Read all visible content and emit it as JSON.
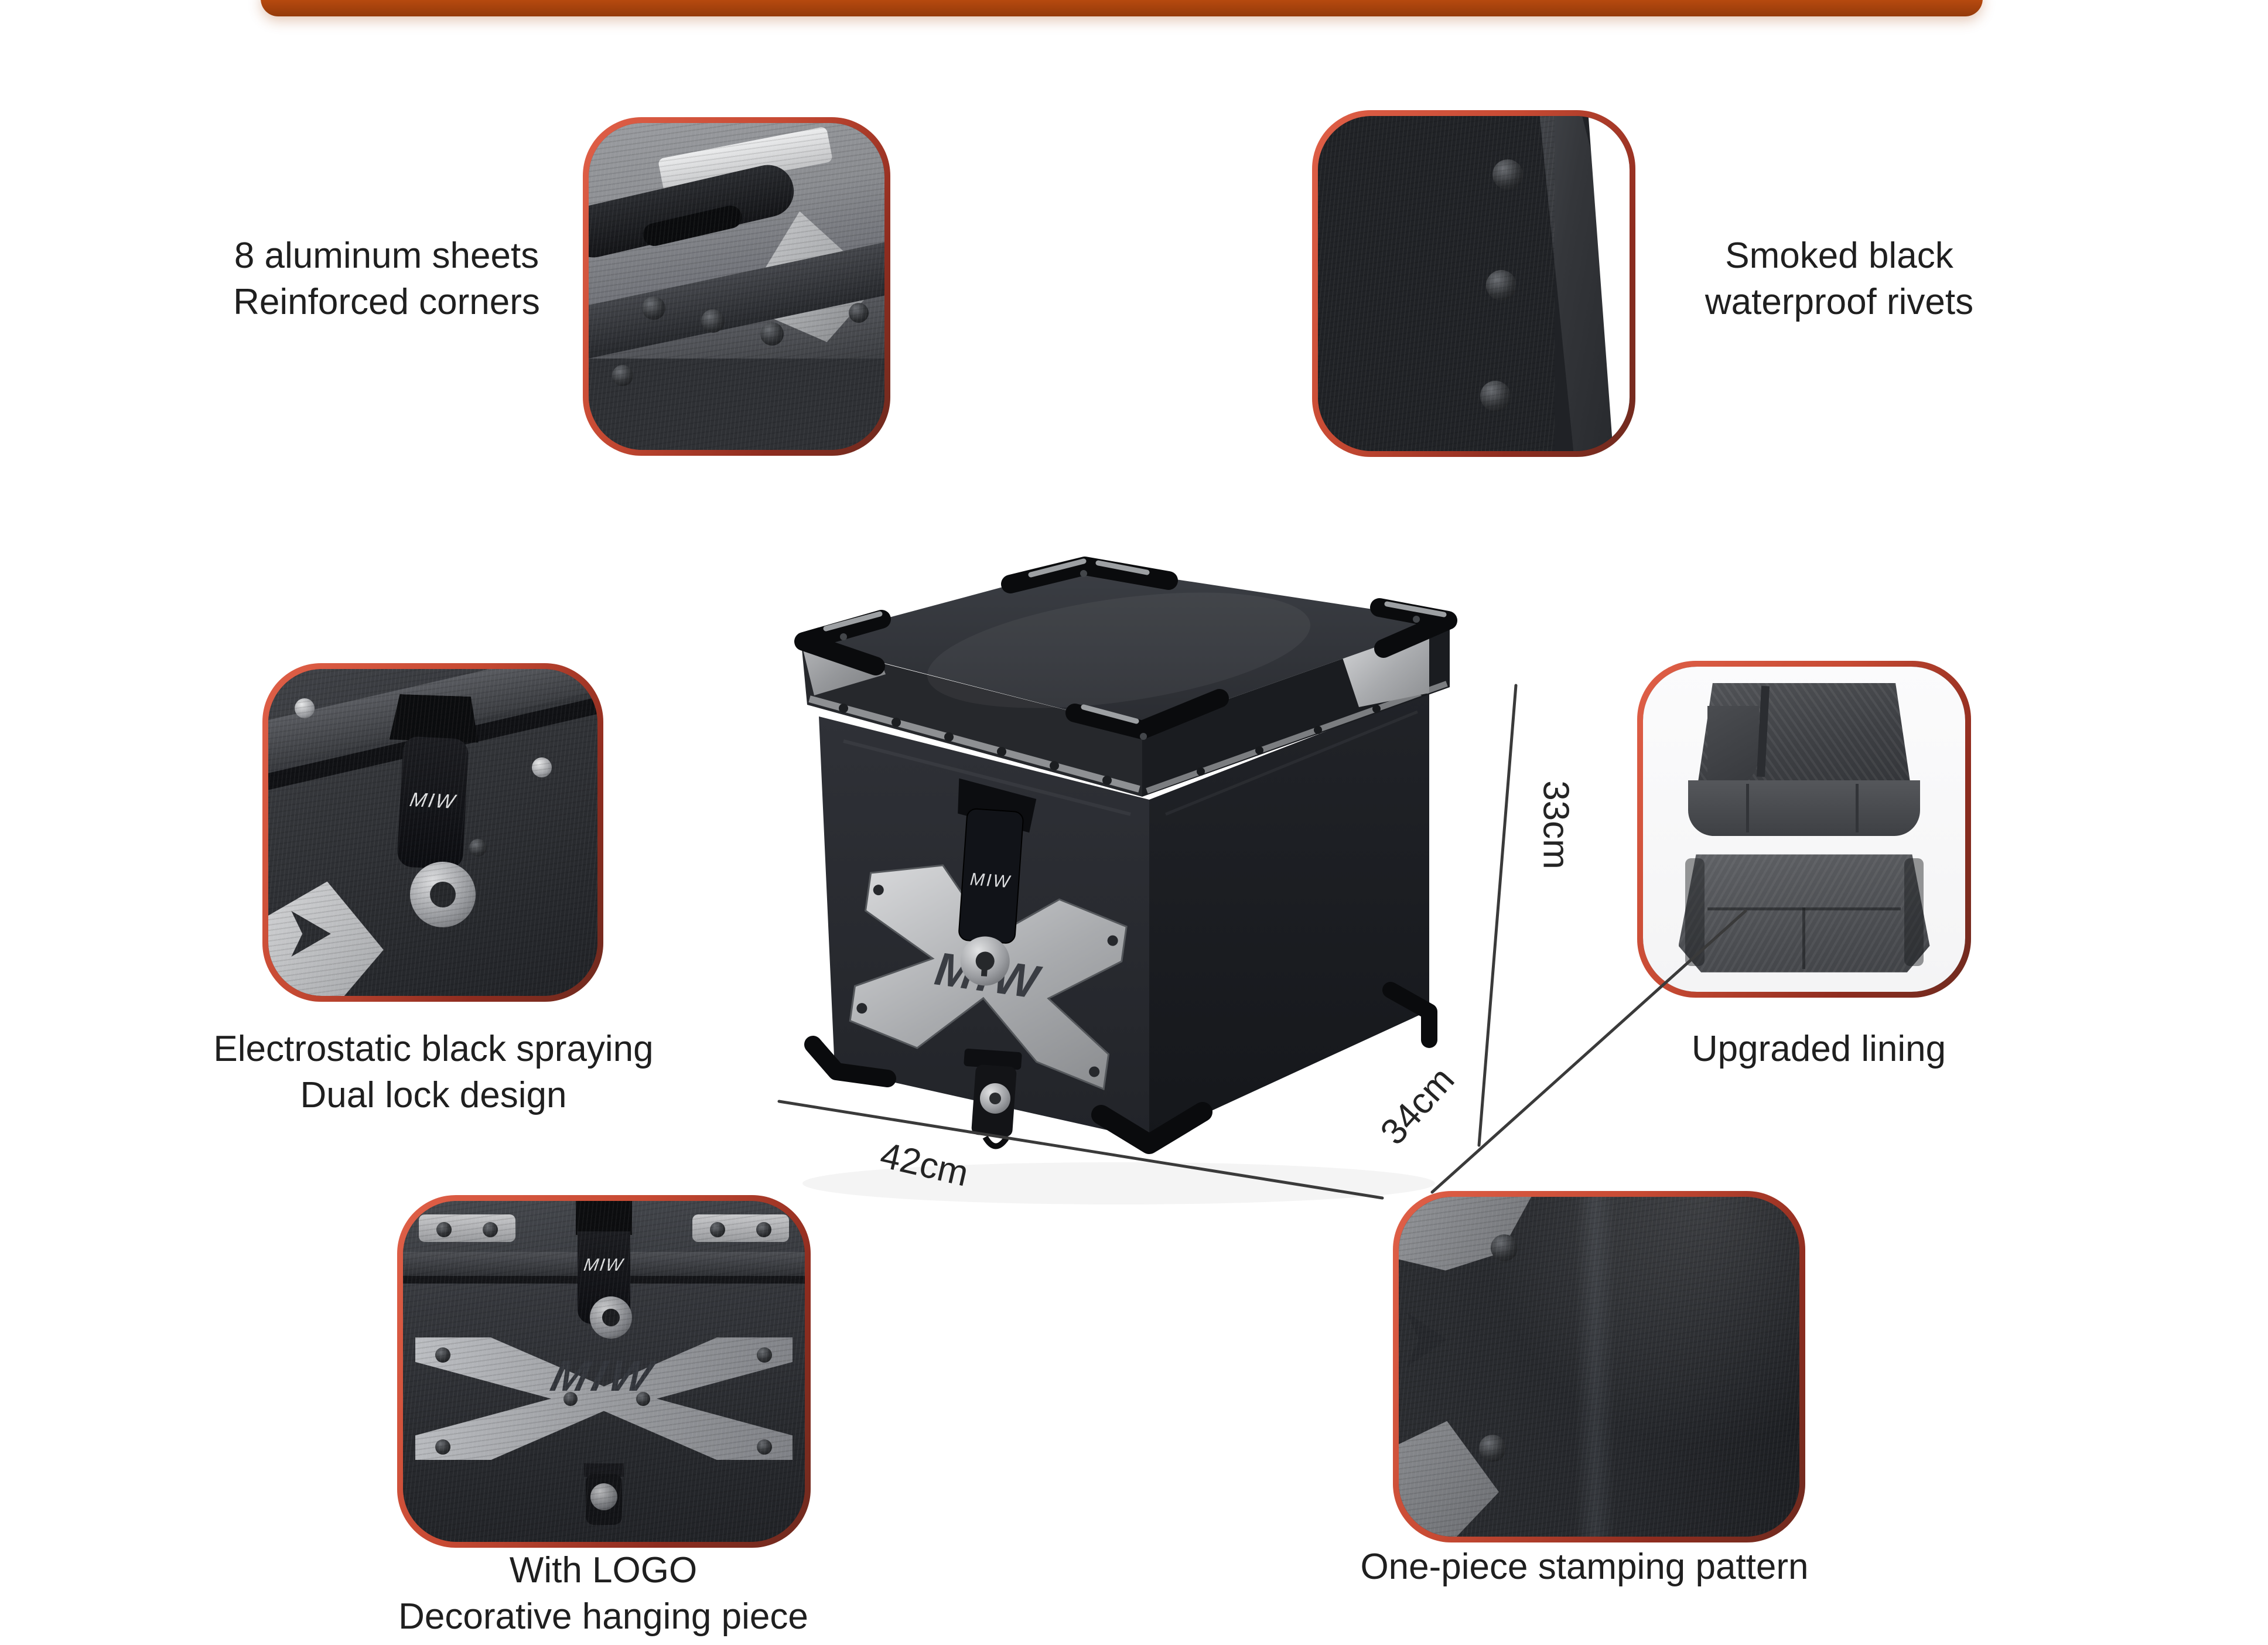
{
  "brand": "MIW",
  "features": {
    "corners": {
      "line1": "8 aluminum sheets",
      "line2": "Reinforced corners"
    },
    "rivets": {
      "line1": "Smoked black",
      "line2": "waterproof rivets"
    },
    "lock": {
      "line1": "Electrostatic black spraying",
      "line2": "Dual lock design"
    },
    "lining": {
      "line1": "Upgraded lining"
    },
    "logo": {
      "line1": "With LOGO",
      "line2": "Decorative hanging piece"
    },
    "stamping": {
      "line1": "One-piece stamping pattern"
    }
  },
  "dimensions": {
    "height": "33cm",
    "width": "42cm",
    "depth": "34cm"
  },
  "colors": {
    "top_bar": "#b5490f",
    "card_border_light": "#e06048",
    "card_border_dark": "#6e2b1f",
    "text": "#1f1f1f",
    "box_body": "#26282d",
    "plate_silver": "#b9bbbe"
  }
}
